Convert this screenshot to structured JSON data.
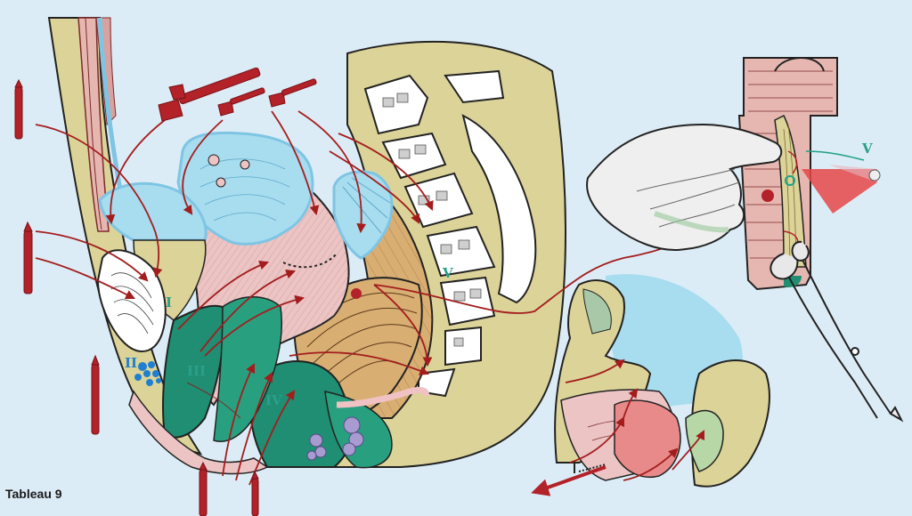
{
  "caption": "Tableau 9",
  "markers": {
    "I": "I",
    "II": "II",
    "III": "III",
    "IV": "IV",
    "V_pelvis": "V",
    "V_inset": "V"
  },
  "colors": {
    "background": "#dcecf6",
    "instrument_red": "#b22228",
    "arrow_red": "#a31d1d",
    "roman_green": "#2aa08a",
    "roman_blue": "#1f7fd0",
    "bone_white": "#ffffff",
    "tissue_yellow": "#dcd398",
    "fat_orange": "#d9ae72",
    "muscle_pink": "#ecc4c4",
    "deep_green": "#1f8e72",
    "bladder_blue": "#a8dcef",
    "glove_white": "#efefef"
  },
  "icons": [
    "scalpel-icon",
    "retractor-icon",
    "scissors-icon",
    "gloved-hand",
    "needle-dot"
  ]
}
